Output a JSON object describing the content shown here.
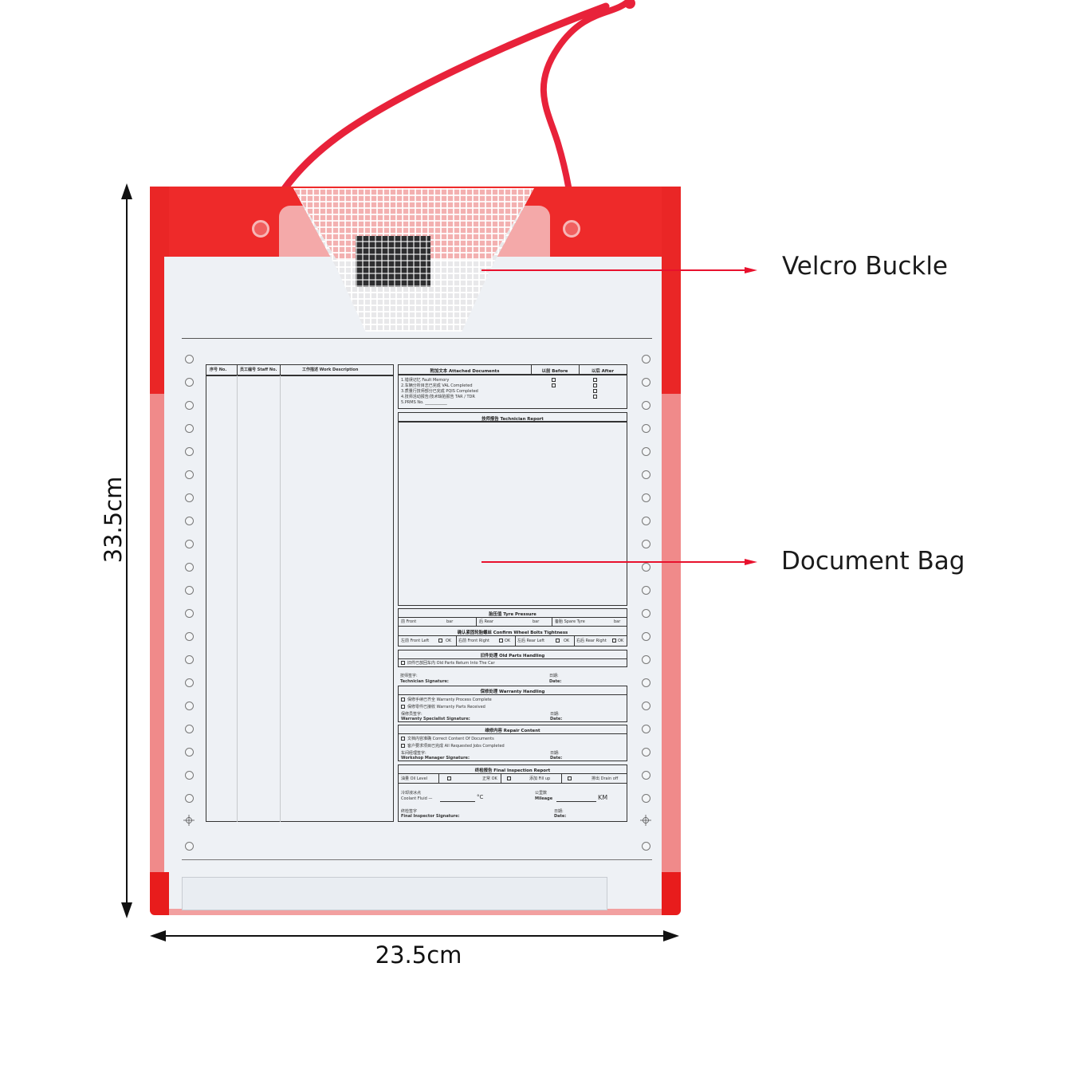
{
  "product": {
    "name": "Document Bag",
    "color": "#ee2a2a",
    "cord_color": "#e8223a"
  },
  "callouts": [
    {
      "label": "Velcro Buckle",
      "color": "#e8112d"
    },
    {
      "label": "Document Bag",
      "color": "#e8112d"
    }
  ],
  "dimensions": {
    "height": "33.5cm",
    "width": "23.5cm"
  },
  "form": {
    "left_table": {
      "headers": [
        "序号 No.",
        "员工编号 Staff No.",
        "工作描述 Work Description"
      ]
    },
    "attached_documents": {
      "header": "附加文本 Attached Documents",
      "before": "以前 Before",
      "after": "以后 After",
      "items": [
        "1.错误记忆 Fault Memory",
        "2.车辆分析目志已完成 VAL Completed",
        "3.质量行技师部分已完成 PQIS Completed",
        "4.技师活动报告/技术缺陷报告 TAR / TDR",
        "5.PRMS No. ___________"
      ]
    },
    "technician_report": "技师报告 Technician Report",
    "tyre_pressure": {
      "header": "胎压值 Tyre Pressure",
      "cells": [
        "前 Front",
        "bar",
        "后 Rear",
        "bar",
        "备胎 Spare Tyre",
        "bar"
      ]
    },
    "wheel_bolts": {
      "header": "确认紧固轮胎螺丝 Confirm Wheel Bolts Tightness",
      "cells": [
        "左前 Front Left",
        "OK",
        "右前 Front Right",
        "OK",
        "左后 Rear Left",
        "OK",
        "右后 Rear Right",
        "OK"
      ]
    },
    "old_parts": {
      "header": "旧件处理 Old Parts Handling",
      "item": "旧件已放回车内 Old Parts Return Into The Car"
    },
    "technician_signature": {
      "label_cn": "技师签字:",
      "label_en": "Technician Signature:",
      "date_cn": "日期:",
      "date_en": "Date:"
    },
    "warranty": {
      "header": "保修处理 Warranty Handling",
      "items": [
        "保修手续已齐全 Warranty Process Complete",
        "保修零件已接收 Warranty Parts Received"
      ],
      "signature_cn": "保修员签字:",
      "signature_en": "Warranty Specialist Signature:",
      "date_cn": "日期:",
      "date_en": "Date:"
    },
    "repair_content": {
      "header": "维修内容 Repair Content",
      "items": [
        "文档内容准确 Correct Content Of Documents",
        "客户要求项目已完成 All Requested Jobs Completed"
      ],
      "signature_cn": "车间经理签字:",
      "signature_en": "Workshop Manager Signature:",
      "date_cn": "日期:",
      "date_en": "Date:"
    },
    "final_inspection": {
      "header": "终检报告 Final Inspection Report",
      "oil_level": "油量 Oil Level",
      "ok": "正常 OK",
      "fill_up": "添加 Fill up",
      "drain_off": "排出 Drain off",
      "coolant_cn": "冷却液冰点",
      "coolant_en": "Coolant Fluid —",
      "coolant_unit": "°C",
      "mileage_cn": "公里数",
      "mileage_en": "Mileage",
      "mileage_unit": "KM",
      "signature_cn": "终检签字",
      "signature_en": "Final Inspector Signature:",
      "date_cn": "日期:",
      "date_en": "Date:"
    }
  }
}
